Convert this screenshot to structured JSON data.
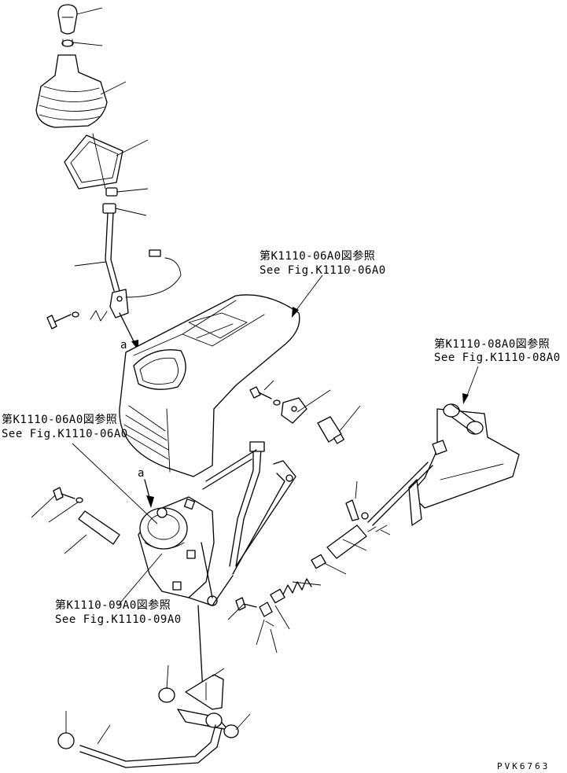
{
  "references": [
    {
      "ja": "第K1110-06A0図参照",
      "en": "See Fig.K1110-06A0"
    },
    {
      "ja": "第K1110-08A0図参照",
      "en": "See Fig.K1110-08A0"
    },
    {
      "ja": "第K1110-06A0図参照",
      "en": "See Fig.K1110-06A0"
    },
    {
      "ja": "第K1110-09A0図参照",
      "en": "See Fig.K1110-09A0"
    }
  ],
  "view_markers": [
    {
      "label": "a"
    },
    {
      "label": "a"
    }
  ],
  "drawing_code": "PVK6763"
}
